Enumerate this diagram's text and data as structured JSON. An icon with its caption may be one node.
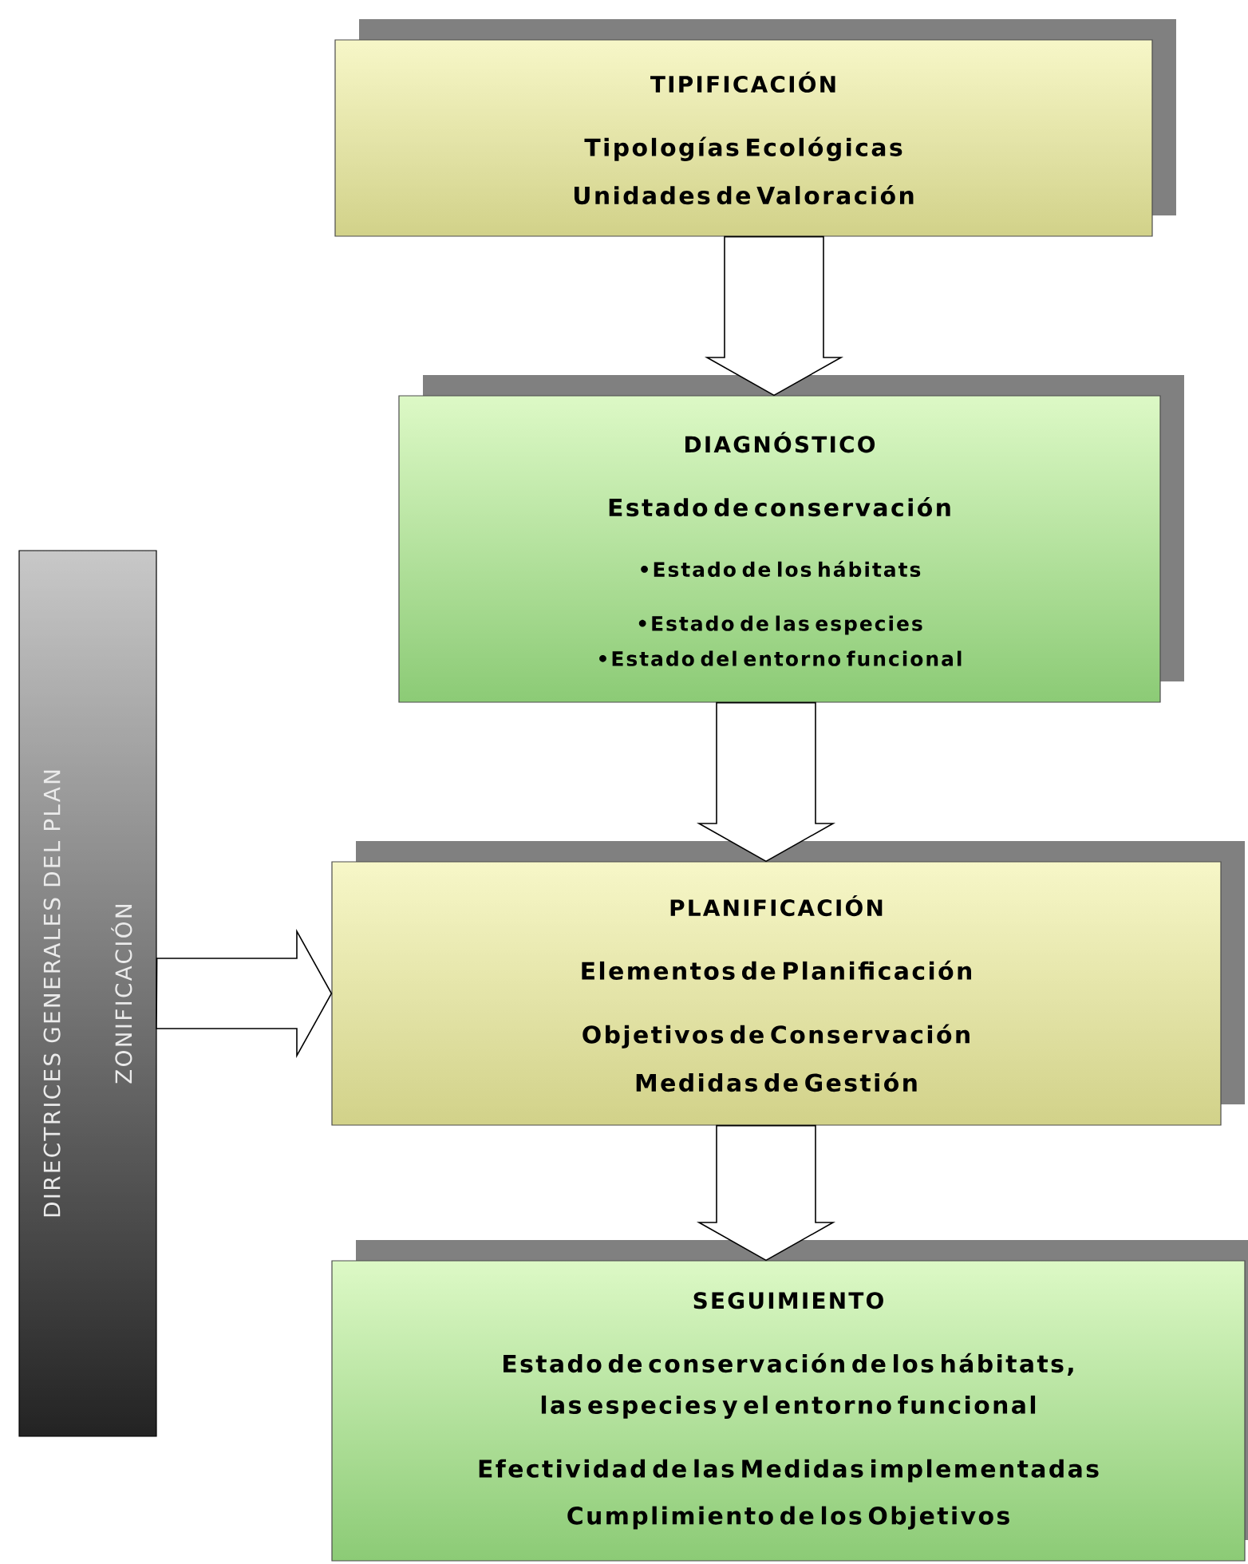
{
  "diagram": {
    "nodes": [
      {
        "text": [
          "TIPIFICACIÓN",
          "Tipologías Ecológicas",
          "Unidades de Valoración"
        ]
      },
      {
        "text": [
          "DIAGNÓSTICO",
          "Estado de conservación",
          "•Estado de los hábitats",
          "•Estado de las especies",
          "•Estado del entorno funcional"
        ]
      },
      {
        "text": [
          "PLANIFICACIÓN",
          "Elementos de Planificación",
          "Objetivos de Conservación",
          "Medidas de Gestión"
        ]
      },
      {
        "text": [
          "SEGUIMIENTO",
          "Estado de conservación de los hábitats, las especies y el entorno funcional",
          "Efectividad de las Medidas implementadas",
          "Cumplimiento de los Objetivos"
        ]
      },
      {
        "text": [
          "DIRECTRICES GENERALES DEL PLAN",
          "ZONIFICACIÓN"
        ]
      }
    ],
    "edges": [
      {
        "from": 0,
        "to": 1,
        "arrow": "to"
      },
      {
        "from": 1,
        "to": 2,
        "arrow": "to"
      },
      {
        "from": 2,
        "to": 3,
        "arrow": "to"
      },
      {
        "from": 4,
        "to": 2,
        "arrow": "to"
      }
    ]
  }
}
